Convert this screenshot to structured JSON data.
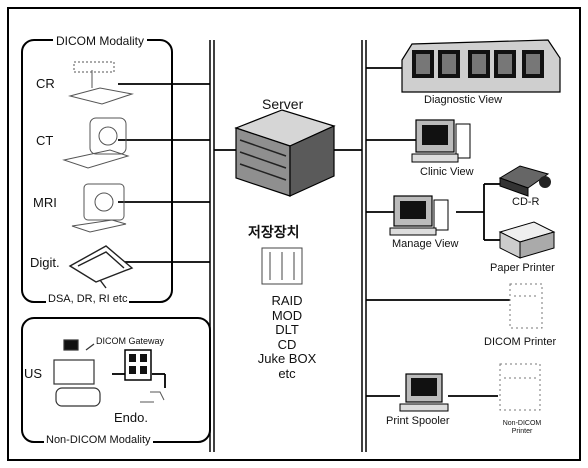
{
  "modality_group": {
    "title": "DICOM Modality",
    "items": [
      "CR",
      "CT",
      "MRI",
      "Digit."
    ],
    "footer": "DSA, DR, RI etc"
  },
  "non_dicom_group": {
    "title": "Non-DICOM Modality",
    "gateway": "DICOM Gateway",
    "us": "US",
    "endo": "Endo."
  },
  "server": {
    "label": "Server"
  },
  "storage": {
    "label": "저장장치",
    "media": [
      "RAID",
      "MOD",
      "DLT",
      "CD",
      "Juke BOX",
      "etc"
    ]
  },
  "clients": {
    "diagnostic": "Diagnostic View",
    "clinic": "Clinic View",
    "manage": "Manage View",
    "cdr": "CD-R",
    "paper_printer": "Paper Printer",
    "dicom_printer": "DICOM Printer",
    "print_spooler": "Print Spooler",
    "non_dicom_printer_line1": "Non-DICOM",
    "non_dicom_printer_line2": "Printer"
  }
}
